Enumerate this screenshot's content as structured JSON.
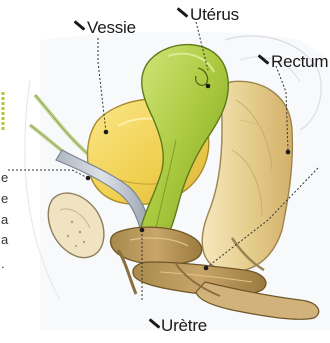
{
  "labels": {
    "vessie": "Vessie",
    "uterus": "Utérus",
    "rectum": "Rectum",
    "uretre": "Urètre"
  },
  "cropped_text": [
    "e",
    "e",
    "a",
    "a",
    "."
  ],
  "colors": {
    "bladder": "#f2d35a",
    "uterus": "#a8c93a",
    "rectum": "#ecd9a0",
    "muscle": "#c9a36b",
    "band": "#c7cdd6",
    "pointer": "#1a1a1a"
  }
}
